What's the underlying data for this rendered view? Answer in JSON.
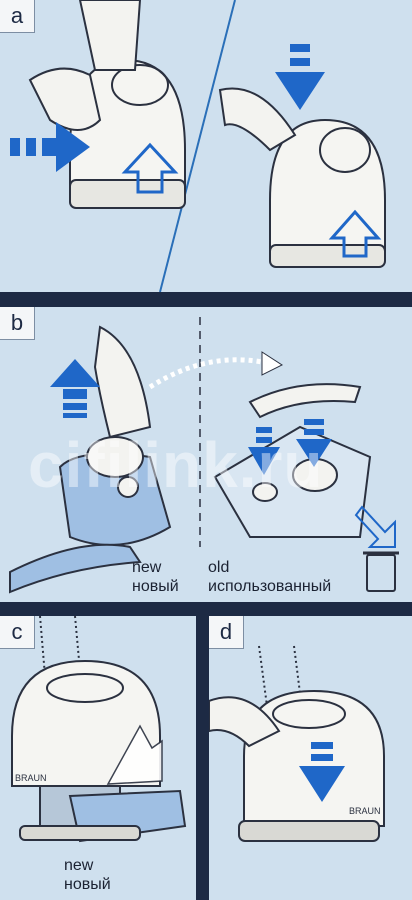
{
  "colors": {
    "panel_bg": "#cfe0ee",
    "arrow_blue": "#1f67c8",
    "outline": "#2b3140",
    "device_white": "#f5f5f2",
    "hand": "#f3f3f0"
  },
  "panels": [
    {
      "label": "a"
    },
    {
      "label": "b",
      "captions": {
        "new_en": "new",
        "new_ru": "новый",
        "old_en": "old",
        "old_ru": "использованный"
      }
    },
    {
      "label": "c",
      "captions": {
        "new_en": "new",
        "new_ru": "новый"
      }
    },
    {
      "label": "d"
    }
  ],
  "brand": "BRAUN",
  "watermark": "cifilink.ru"
}
